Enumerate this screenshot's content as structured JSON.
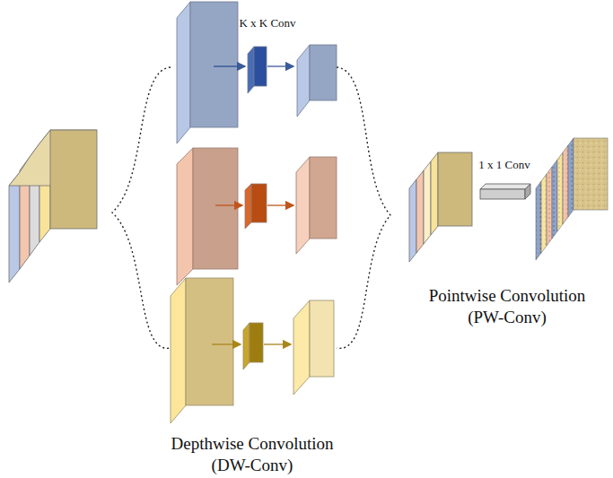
{
  "diagram": {
    "labels": [
      "K x K Conv",
      "Depthwise Convolution (DW-Conv)",
      "1 x 1 Conv",
      "Pointwise Convolution (PW-Conv)"
    ]
  }
}
